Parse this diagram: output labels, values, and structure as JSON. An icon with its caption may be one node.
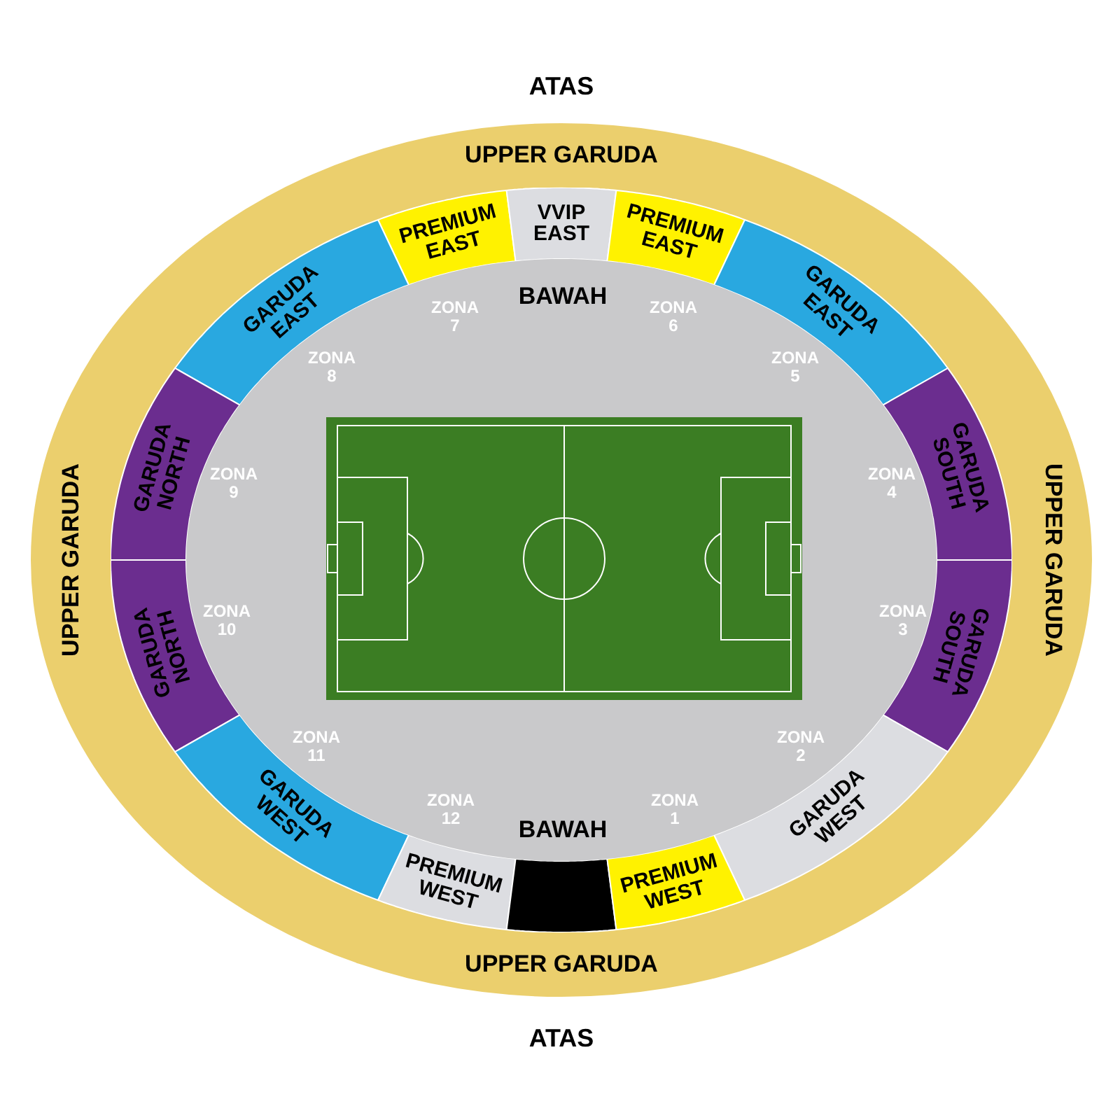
{
  "diagram": {
    "nodes": [
      {
        "text": [
          "UPPER GARUDA",
          "UPPER GARUDA",
          "UPPER GARUDA",
          "UPPER GARUDA"
        ]
      },
      {
        "text": [
          "PREMIUM EAST"
        ],
        "in": 0
      },
      {
        "text": [
          "VVIP EAST"
        ],
        "in": 0
      },
      {
        "text": [
          "PREMIUM EAST"
        ],
        "in": 0
      },
      {
        "text": [
          "GARUDA EAST"
        ],
        "in": 0
      },
      {
        "text": [
          "GARUDA EAST"
        ],
        "in": 0
      },
      {
        "text": [
          "GARUDA NORTH"
        ],
        "in": 0
      },
      {
        "text": [
          "GARUDA SOUTH"
        ],
        "in": 0
      },
      {
        "text": [
          "GARUDA NORTH"
        ],
        "in": 0
      },
      {
        "text": [
          "GARUDA SOUTH"
        ],
        "in": 0
      },
      {
        "text": [
          "GARUDA WEST"
        ],
        "in": 0
      },
      {
        "text": [
          "GARUDA WEST"
        ],
        "in": 0
      },
      {
        "text": [
          "PREMIUM WEST"
        ],
        "in": 0
      },
      {
        "text": [],
        "shape": "box",
        "in": 0
      },
      {
        "text": [
          "PREMIUM WEST"
        ],
        "in": 0
      },
      {
        "text": [
          "ZONA 7",
          "BAWAH",
          "ZONA 6",
          "ZONA 8",
          "ZONA 5",
          "ZONA 9",
          "ZONA 4",
          "ZONA 10",
          "ZONA 3",
          "ZONA 11",
          "ZONA 2",
          "ZONA 12",
          "ZONA 1",
          "BAWAH"
        ],
        "in": 0
      }
    ],
    "edges": [],
    "labels": [
      "ATAS",
      "ATAS"
    ]
  }
}
